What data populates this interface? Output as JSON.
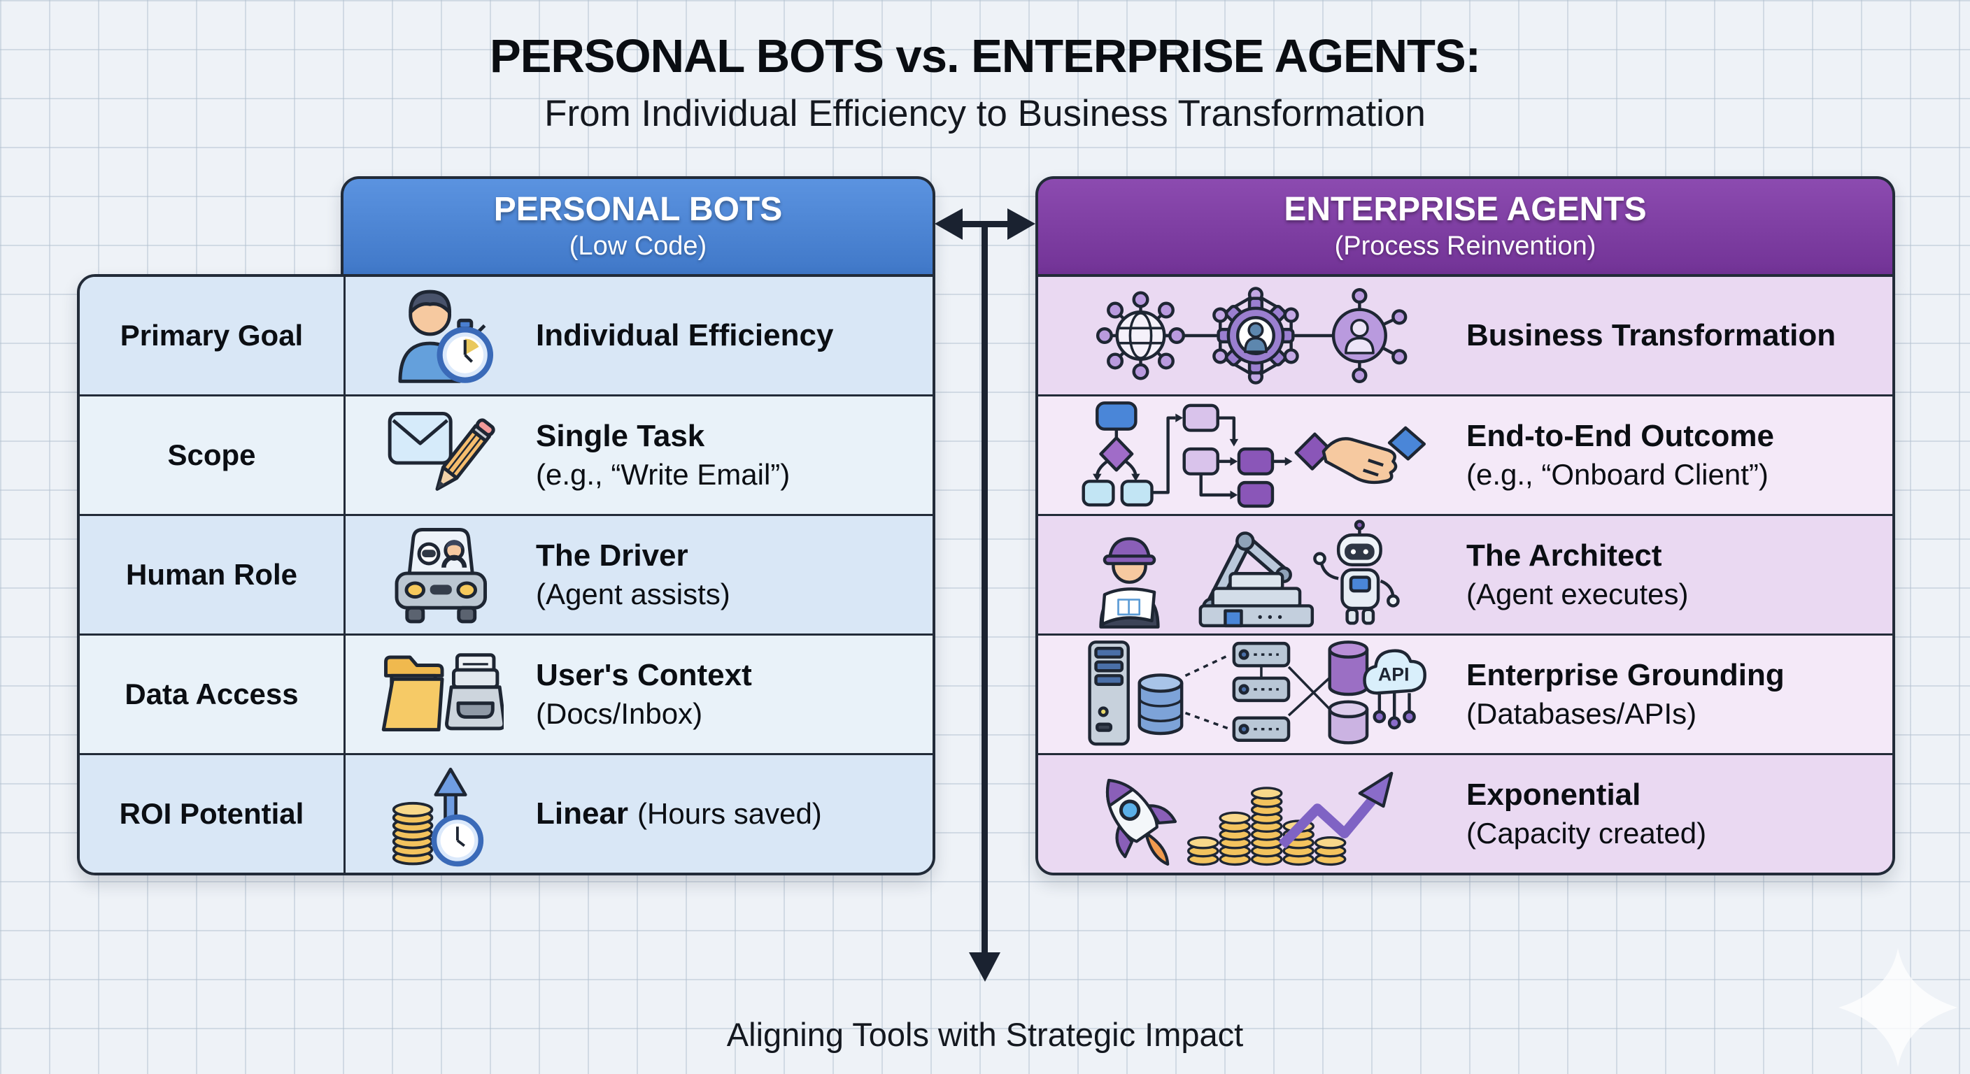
{
  "page": {
    "title": "PERSONAL BOTS vs. ENTERPRISE AGENTS:",
    "subtitle": "From Individual Efficiency to Business Transformation",
    "footer_caption": "Aligning Tools with Strategic Impact"
  },
  "colors": {
    "personal_accent": "#4a82d4",
    "enterprise_accent": "#7c3aa0",
    "personal_row_odd": "#d9e7f6",
    "personal_row_even": "#e9f2f9",
    "enterprise_row_odd": "#ead9f2",
    "enterprise_row_even": "#f4e9f8",
    "ink": "#1e2633"
  },
  "comparison": {
    "row_labels": [
      "Primary Goal",
      "Scope",
      "Human Role",
      "Data Access",
      "ROI Potential"
    ],
    "personal": {
      "title": "PERSONAL BOTS",
      "subtitle": "(Low Code)",
      "rows": [
        {
          "icon": "person-stopwatch-icon",
          "line1": "Individual Efficiency",
          "line2": ""
        },
        {
          "icon": "email-pencil-icon",
          "line1": "Single Task",
          "line2": "(e.g., “Write Email”)"
        },
        {
          "icon": "car-driver-robot-icon",
          "line1": "The Driver",
          "line2": "(Agent assists)"
        },
        {
          "icon": "folder-inbox-icon",
          "line1": "User's Context",
          "line2": "(Docs/Inbox)"
        },
        {
          "icon": "coins-clock-arrow-icon",
          "line1": "Linear",
          "line2": "(Hours saved)"
        }
      ]
    },
    "enterprise": {
      "title": "ENTERPRISE AGENTS",
      "subtitle": "(Process Reinvention)",
      "rows": [
        {
          "icon": "globe-gear-people-network-icon",
          "line1": "Business Transformation",
          "line2": ""
        },
        {
          "icon": "flowchart-handshake-icon",
          "line1": "End-to-End Outcome",
          "line2": "(e.g., “Onboard Client”)"
        },
        {
          "icon": "architect-robot-arm-icon",
          "line1": "The Architect",
          "line2": "(Agent executes)"
        },
        {
          "icon": "servers-database-api-cloud-icon",
          "line1": "Enterprise Grounding",
          "line2": "(Databases/APIs)",
          "icon_label": "API"
        },
        {
          "icon": "rocket-coins-growth-arrow-icon",
          "line1": "Exponential",
          "line2": "(Capacity created)"
        }
      ]
    }
  }
}
